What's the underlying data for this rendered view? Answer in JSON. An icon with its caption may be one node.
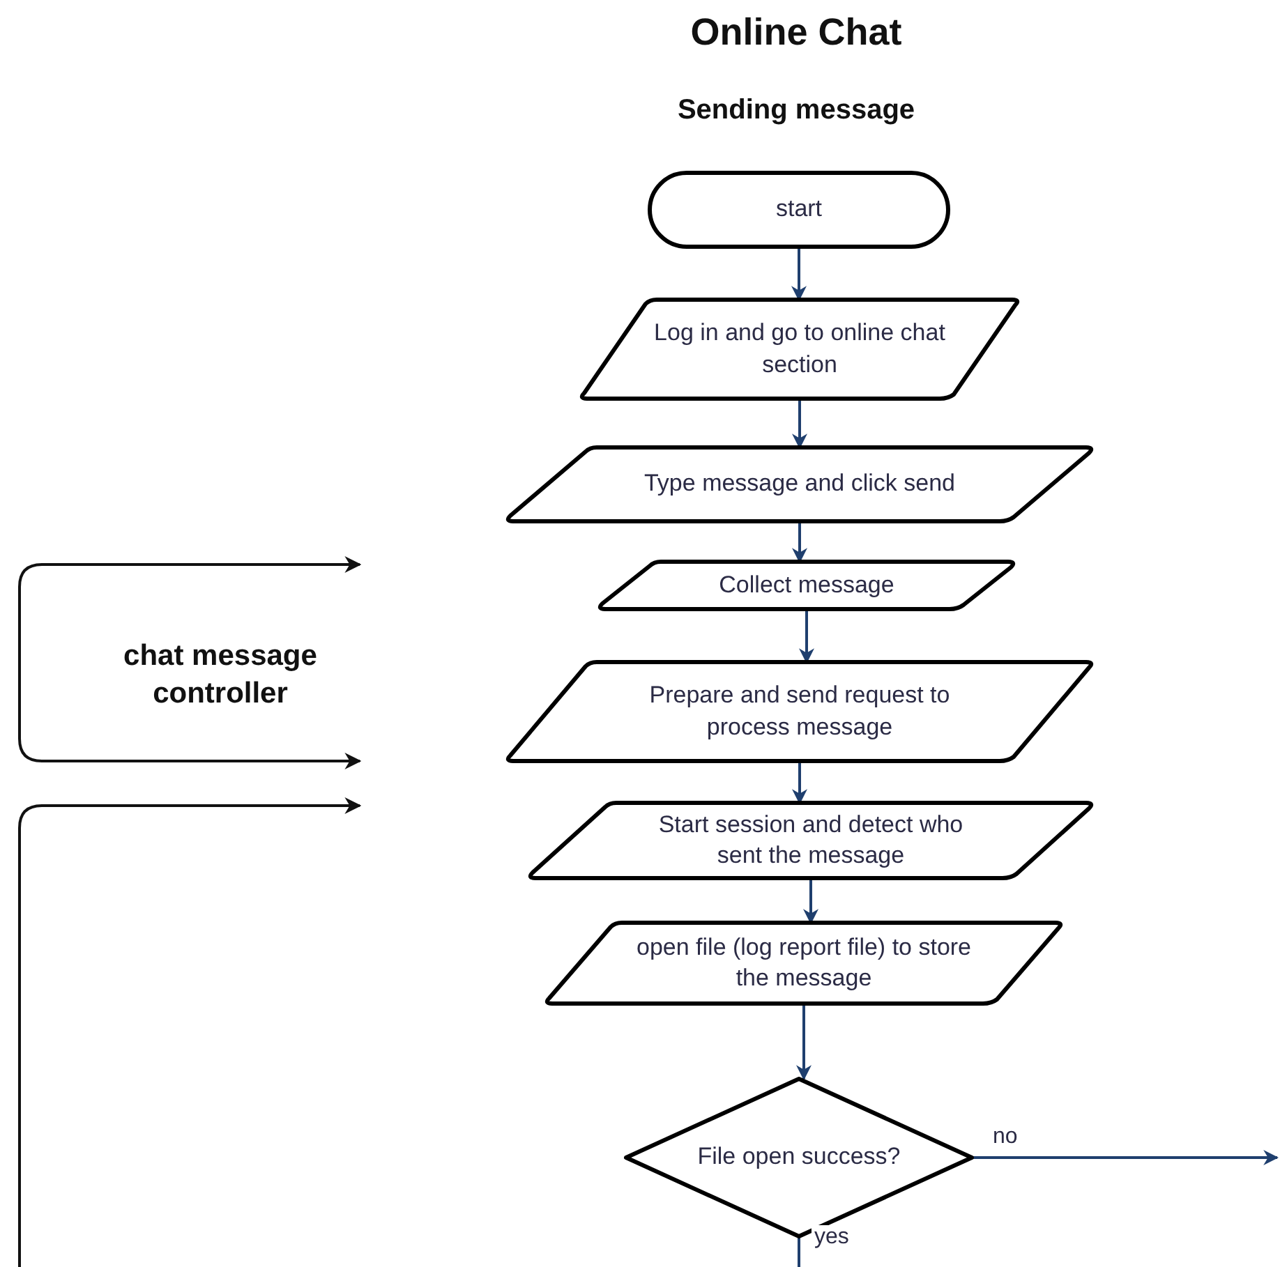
{
  "diagram": {
    "title": "Online Chat",
    "nodes": [
      {
        "text": [
          "start"
        ]
      },
      {
        "text": [
          "Log in and go to online chat section"
        ]
      },
      {
        "text": [
          "Type message and click send"
        ]
      },
      {
        "text": [
          "Collect message"
        ]
      },
      {
        "text": [
          "Prepare and send request to process message"
        ]
      },
      {
        "text": [
          "Start session and detect who sent the message"
        ]
      },
      {
        "text": [
          "open file (log report file) to store the message"
        ]
      },
      {
        "text": [
          "File open success?"
        ]
      }
    ],
    "edges": [
      {
        "from": 0,
        "to": 1,
        "arrow": "to"
      },
      {
        "from": 1,
        "to": 2,
        "arrow": "to"
      },
      {
        "from": 2,
        "to": 3,
        "arrow": "to"
      },
      {
        "from": 3,
        "to": 4,
        "arrow": "to"
      },
      {
        "from": 4,
        "to": 5,
        "arrow": "to"
      },
      {
        "from": 5,
        "to": 6,
        "arrow": "to"
      },
      {
        "from": 6,
        "to": 7,
        "arrow": "to"
      },
      {
        "from": 7,
        "to": null,
        "label": "no",
        "arrow": "to"
      },
      {
        "from": 7,
        "to": null,
        "label": "yes",
        "arrow": "none"
      }
    ],
    "labels": [
      "Sending message",
      "chat message controller"
    ]
  }
}
